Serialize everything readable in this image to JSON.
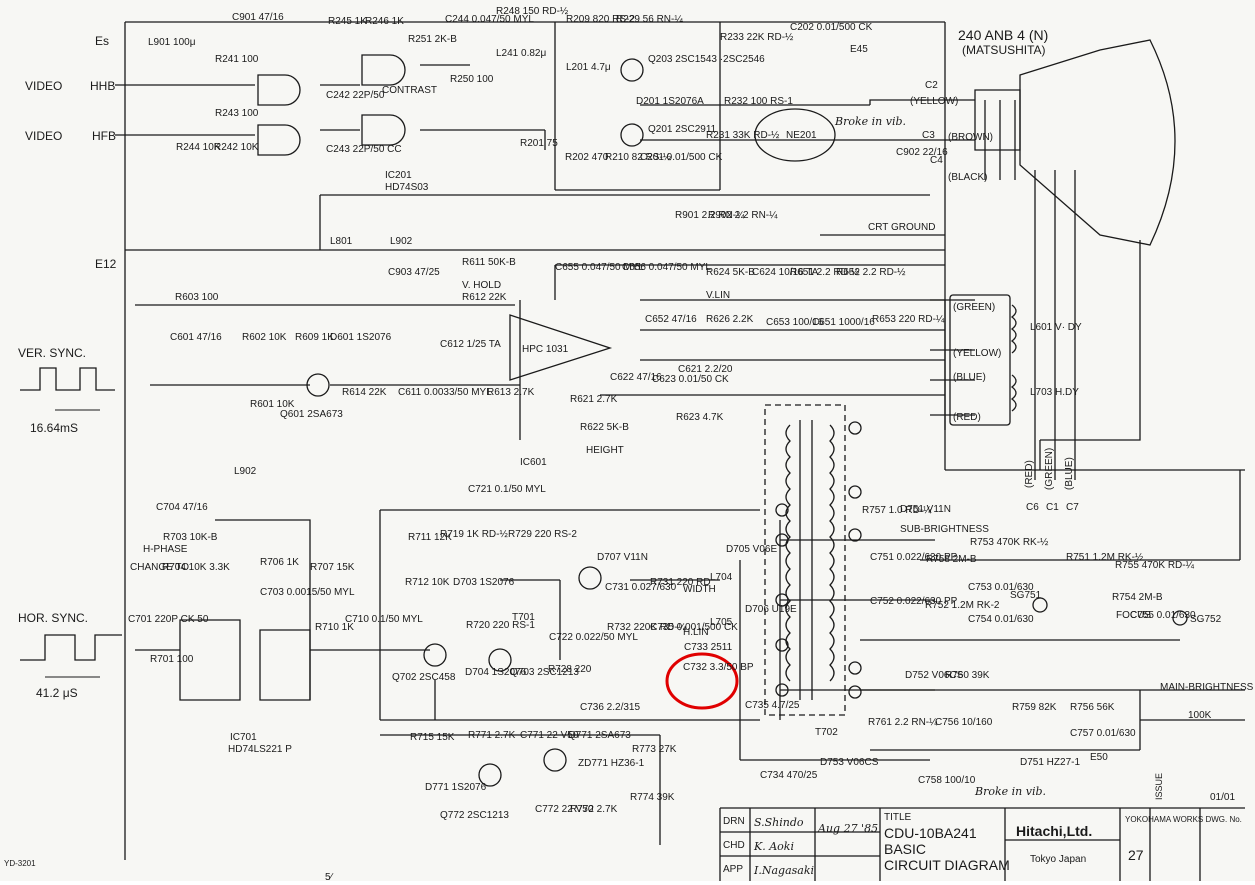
{
  "crt": {
    "model": "240 ANB 4 (N)",
    "maker": "(MATSUSHITA)"
  },
  "inputs": {
    "es": "Es",
    "e12": "E12",
    "video_hhb": "VIDEO",
    "hhb": "HHB",
    "video_hfb": "VIDEO",
    "hfb": "HFB",
    "ver_sync": "VER. SYNC.",
    "ver_period": "16.64mS",
    "hor_sync": "HOR. SYNC.",
    "hor_period": "41.2 μS"
  },
  "crt_pins": {
    "yellow": "(YELLOW)",
    "brown": "(BROWN)",
    "black": "(BLACK)",
    "c2": "C2",
    "c3": "C3",
    "c4": "C4",
    "ground": "CRT GROUND"
  },
  "yoke": {
    "green": "(GREEN)",
    "yellow": "(YELLOW)",
    "blue": "(BLUE)",
    "red": "(RED)",
    "l601": "L601  V· DY",
    "l703": "L703  H.DY"
  },
  "cable": {
    "red": "(RED)",
    "green": "(GREEN)",
    "blue": "(BLUE)",
    "c6": "C6",
    "c1": "C1",
    "c7": "C7"
  },
  "ic": {
    "ic201": "IC201",
    "ic201_type": "HD74S03",
    "ic601": "IC601",
    "ic601_type": "HPC 1031",
    "ic701": "IC701",
    "ic701_type": "HD74LS221 P",
    "contrast": "CONTRAST",
    "height": "HEIGHT",
    "vhold": "V. HOLD",
    "vlin": "V.LIN",
    "hphase": "H-PHASE",
    "width": "WIDTH",
    "hlin": "H.LIN",
    "focus": "FOCUS",
    "sub_brightness": "SUB-BRIGHTNESS",
    "main_brightness": "MAIN-BRIGHTNESS"
  },
  "components": {
    "c901": "C901 47/16",
    "l901": "L901 100μ",
    "r241": "R241 100",
    "r243": "R243 100",
    "r244": "R244 10K",
    "r242": "R242 10K",
    "r245": "R245 1K",
    "r246": "R246 1K",
    "r251": "R251 2K-B",
    "c244": "C244 0.047/50 MYL",
    "r248": "R248 150 RD-½",
    "l241": "L241 0.82μ",
    "r250": "R250 100",
    "c242": "C242 22P/50",
    "c243": "C243 22P/50 CC",
    "r209": "R209 820 RS-2",
    "r229": "R229 56 RN-¼",
    "l201": "L201 4.7μ",
    "q203": "Q203 2SC1543 ·2SC2546",
    "d201": "D201 1S2076A",
    "q201": "Q201 2SC2911",
    "r233": "R233 22K RD-½",
    "c202": "C202 0.01/500 CK",
    "e45": "E45",
    "r232": "R232 100 RS-1",
    "r231": "R231 33K RD-½",
    "ne201": "NE201",
    "broke": "Broke in vib.",
    "r201": "R201 75",
    "r202": "R202 470",
    "r210": "R210 82 RS-½",
    "c201": "C201 0.01/500 CK",
    "c902": "C902 22/16",
    "r901": "R901 2.2 RN-¼",
    "r902": "R902 2.2 RN-¼",
    "l801": "L801",
    "l902": "L902",
    "c903": "C903 47/25",
    "r611": "R611 50K-B",
    "r612": "R612 22K",
    "c655": "C655 0.047/50 MYL",
    "c656": "C656 0.047/50 MYL",
    "r624": "R624 5K-B",
    "c624": "C624 10/16 TA",
    "r651": "R651 2.2 RD-½",
    "r652": "R652 2.2 RD-½",
    "r603": "R603 100",
    "c601": "C601 47/16",
    "r602": "R602 10K",
    "r609": "R609 1K",
    "d601": "D601 1S2076",
    "c612": "C612 1/25 TA",
    "c652": "C652 47/16",
    "r626": "R626 2.2K",
    "c653": "C653 100/16",
    "c651": "C651 1000/16",
    "r653": "R653 220 RD-¼",
    "r601": "R601 10K",
    "q601": "Q601 2SA673",
    "r614": "R614 22K",
    "c611": "C611 0.0033/50 MYL",
    "r613": "R613 2.7K",
    "c622": "C622 47/16",
    "c623": "C623 0.01/50 CK",
    "c621": "C621 2.2/20",
    "r621": "R621 2.7K",
    "r622": "R622 5K-B",
    "r623": "R623 4.7K",
    "c721": "C721 0.1/50 MYL",
    "c704": "C704 47/16",
    "r703": "R703 10K-B",
    "r704": "R704 10K 3.3K",
    "change": "CHANGE TO",
    "c701": "C701 220P CK 50",
    "r706": "R706 1K",
    "r707": "R707 15K",
    "c703": "C703 0.0015/50 MYL",
    "r711": "R711 12K",
    "r719": "R719 1K RD-½",
    "r729": "R729 220 RS-2",
    "d707": "D707 V11N",
    "r712": "R712 10K",
    "d703": "D703 1S2076",
    "t701": "T701",
    "r710": "R710 1K",
    "c710": "C710 0.1/50 MYL",
    "r701": "R701 100",
    "q702": "Q702 2SC458",
    "r720": "R720 220 RS-1",
    "d704": "D704 1S2076",
    "q703": "Q703 2SC1213",
    "c722": "C722 0.022/50 MYL",
    "r728": "R728 220",
    "c731": "C731 0.027/630",
    "r732": "R732 220K RD-¼",
    "c735": "C735 0.001/500 CK",
    "r731": "R731 220 RD",
    "l704": "L704",
    "l705": "L705",
    "c733": "C733 2511",
    "c736": "C736 2.2/315",
    "c732": "C732 3.3/50 BP",
    "d705": "D705 V06E",
    "d706": "D706 U19E",
    "c735b": "C735 4.7/25",
    "c734": "C734 470/25",
    "t702": "T702",
    "d751": "D751 V11N",
    "r757": "R757 1.0 RD-¼",
    "c751": "C751 0.022/630 PP",
    "r758": "R758 2M-B",
    "r753": "R753 470K RK-½",
    "c753": "C753 0.01/630",
    "c752": "C752 0.022/630 PP",
    "r752": "R752 1.2M RK-2",
    "c754": "C754 0.01/630",
    "sg751": "SG751",
    "r751": "R751 1.2M RK-½",
    "r754": "R754 2M-B",
    "r755": "R755 470K RD-¼",
    "c755": "C755 0.01/630",
    "sg752": "SG752",
    "d752": "D752 V06CS",
    "r760": "R760 39K",
    "r759": "R759 82K",
    "r756": "R756 56K",
    "c757": "C757 0.01/630",
    "main_r": "100K",
    "r761": "R761 2.2 RN-¼",
    "c756": "C756 10/160",
    "d753": "D753 V06CS",
    "d751b": "D751 HZ27-1",
    "e50": "E50",
    "c758": "C758 100/10",
    "broke2": "Broke in vib.",
    "r715": "R715 15K",
    "r771": "R771 2.7K",
    "c771": "C771 22 V50",
    "q771": "Q771 2SA673",
    "zd771": "ZD771 HZ36-1",
    "r773": "R773 27K",
    "d771": "D771 1S2076",
    "q772": "Q772 2SC1213",
    "c772": "C772 22 V50",
    "r772": "R772 2.7K",
    "r774": "R774 39K"
  },
  "title_block": {
    "drn_label": "DRN",
    "chd_label": "CHD",
    "app_label": "APP",
    "drn": "S.Shindo",
    "chd": "K. Aoki",
    "app": "I.Nagasaki",
    "date": "Aug 27 '85",
    "title_label": "TITLE",
    "title1": "CDU-10BA241",
    "title2": "BASIC",
    "title3": "CIRCUIT DIAGRAM",
    "company": "Hitachi,Ltd.",
    "location": "Tokyo Japan",
    "dwg_label": "YOKOHAMA WORKS DWG. No.",
    "dwg_no": "27",
    "issue_label": "ISSUE",
    "issue": "01/01"
  },
  "footer": {
    "left": "YD-3201",
    "bottom": "5∕"
  }
}
